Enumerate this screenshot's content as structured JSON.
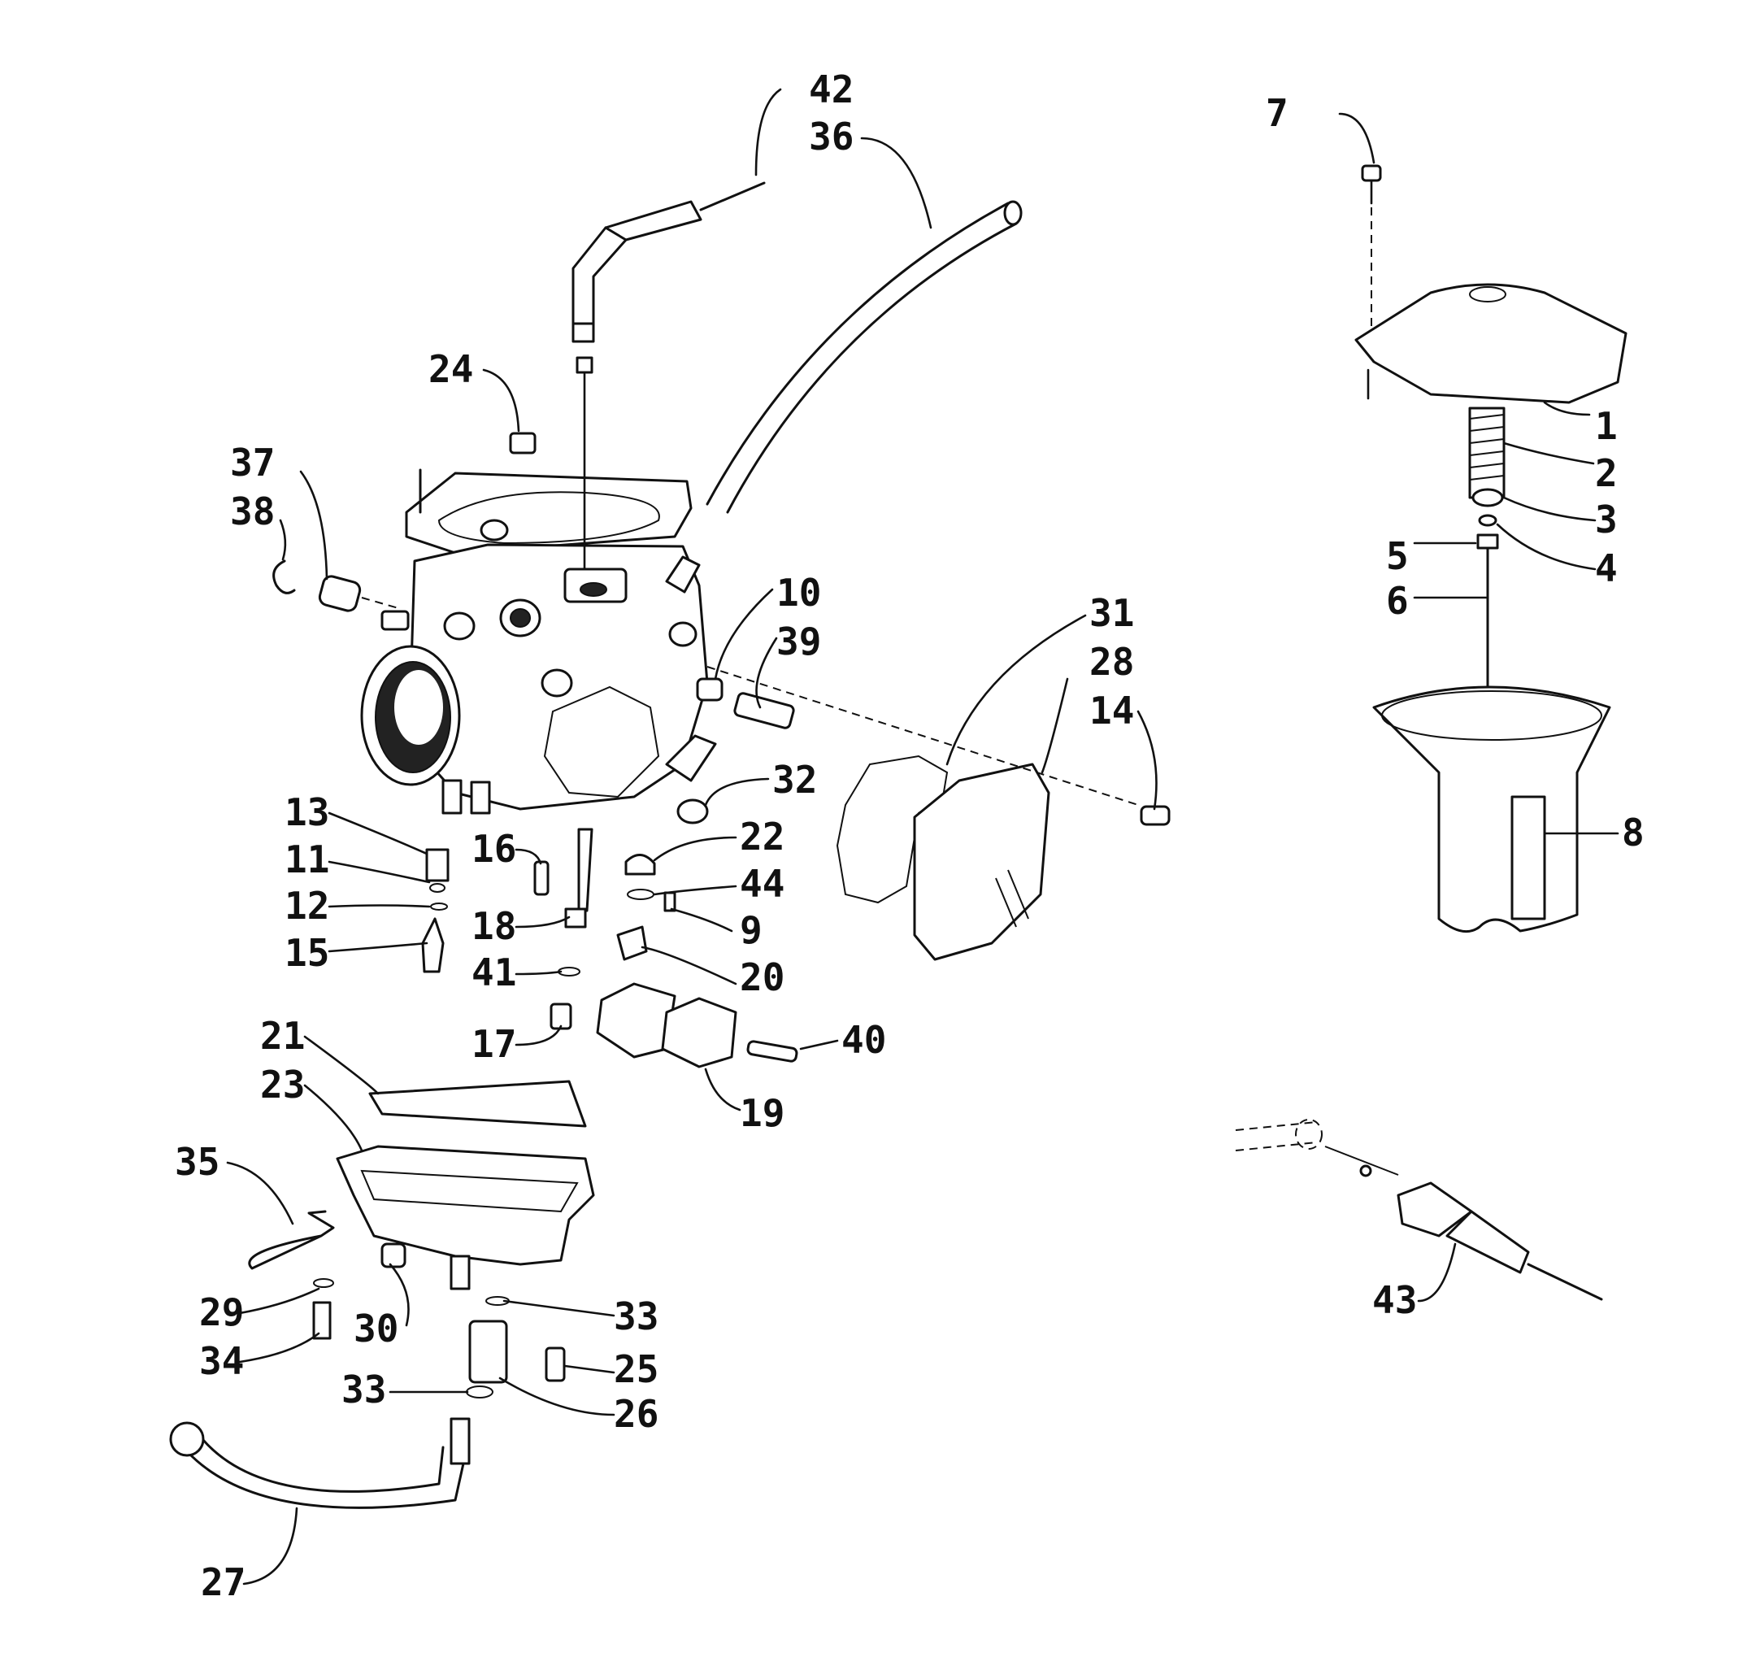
{
  "callouts": [
    "42",
    "36",
    "7",
    "24",
    "37",
    "38",
    "1",
    "2",
    "3",
    "4",
    "5",
    "6",
    "10",
    "39",
    "31",
    "28",
    "14",
    "32",
    "13",
    "11",
    "12",
    "15",
    "16",
    "18",
    "22",
    "44",
    "9",
    "20",
    "41",
    "17",
    "8",
    "21",
    "23",
    "40",
    "19",
    "35",
    "29",
    "34",
    "30",
    "33",
    "25",
    "26",
    "27",
    "43"
  ]
}
